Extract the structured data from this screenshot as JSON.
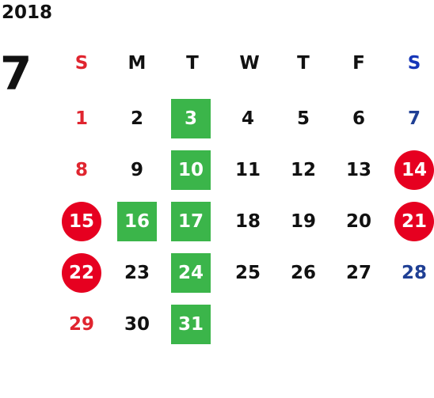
{
  "year": "2018",
  "month": "7",
  "weekdays": [
    "S",
    "M",
    "T",
    "W",
    "T",
    "F",
    "S"
  ],
  "colors": {
    "sunday": "#e0252f",
    "saturday": "#1f3f94",
    "closed_day": "#3bb54a",
    "holiday": "#e60020"
  },
  "weeks": [
    [
      {
        "day": "1",
        "mark": "none"
      },
      {
        "day": "2",
        "mark": "none"
      },
      {
        "day": "3",
        "mark": "green"
      },
      {
        "day": "4",
        "mark": "none"
      },
      {
        "day": "5",
        "mark": "none"
      },
      {
        "day": "6",
        "mark": "none"
      },
      {
        "day": "7",
        "mark": "none"
      }
    ],
    [
      {
        "day": "8",
        "mark": "none"
      },
      {
        "day": "9",
        "mark": "none"
      },
      {
        "day": "10",
        "mark": "green"
      },
      {
        "day": "11",
        "mark": "none"
      },
      {
        "day": "12",
        "mark": "none"
      },
      {
        "day": "13",
        "mark": "none"
      },
      {
        "day": "14",
        "mark": "red"
      }
    ],
    [
      {
        "day": "15",
        "mark": "red"
      },
      {
        "day": "16",
        "mark": "green"
      },
      {
        "day": "17",
        "mark": "green"
      },
      {
        "day": "18",
        "mark": "none"
      },
      {
        "day": "19",
        "mark": "none"
      },
      {
        "day": "20",
        "mark": "none"
      },
      {
        "day": "21",
        "mark": "red"
      }
    ],
    [
      {
        "day": "22",
        "mark": "red"
      },
      {
        "day": "23",
        "mark": "none"
      },
      {
        "day": "24",
        "mark": "green"
      },
      {
        "day": "25",
        "mark": "none"
      },
      {
        "day": "26",
        "mark": "none"
      },
      {
        "day": "27",
        "mark": "none"
      },
      {
        "day": "28",
        "mark": "none"
      }
    ],
    [
      {
        "day": "29",
        "mark": "none"
      },
      {
        "day": "30",
        "mark": "none"
      },
      {
        "day": "31",
        "mark": "green"
      },
      {
        "day": "",
        "mark": "none"
      },
      {
        "day": "",
        "mark": "none"
      },
      {
        "day": "",
        "mark": "none"
      },
      {
        "day": "",
        "mark": "none"
      }
    ]
  ]
}
